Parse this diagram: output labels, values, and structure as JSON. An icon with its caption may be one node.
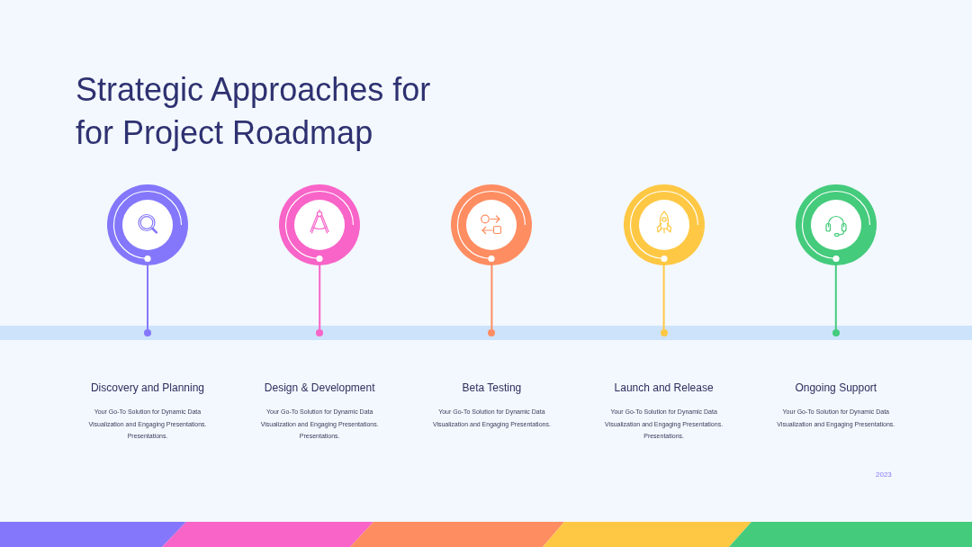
{
  "diagram": {
    "title": "Strategic Approaches for for Project Roadmap",
    "nodes": [
      {
        "text": [],
        "shape": "circle"
      },
      {
        "text": [],
        "shape": "circle"
      },
      {
        "text": [],
        "shape": "circle"
      },
      {
        "text": [],
        "shape": "circle"
      },
      {
        "text": [],
        "shape": "circle"
      },
      {
        "text": [],
        "shape": "circle",
        "beside": [
          "Discovery and Planning",
          "Your Go-To Solution for Dynamic Data Visualization and Engaging Presentations. Presentations."
        ]
      },
      {
        "text": [],
        "shape": "circle",
        "beside": [
          "Design & Development",
          "Your Go-To Solution for Dynamic Data Visualization and Engaging Presentations. Presentations."
        ]
      },
      {
        "text": [],
        "shape": "circle",
        "beside": [
          "Beta Testing",
          "Your Go-To Solution for Dynamic Data Visualization and Engaging Presentations."
        ]
      },
      {
        "text": [],
        "shape": "circle",
        "beside": [
          "Launch and Release",
          "Your Go-To Solution for Dynamic Data Visualization and Engaging Presentations. Presentations."
        ]
      },
      {
        "text": [],
        "shape": "circle",
        "beside": [
          "Ongoing Support",
          "Your Go-To Solution for Dynamic Data Visualization and Engaging Presentations."
        ]
      }
    ],
    "edges": [
      {
        "from": 0,
        "to": 5,
        "arrow": "none",
        "color": "#8477fb"
      },
      {
        "from": 1,
        "to": 6,
        "arrow": "none",
        "color": "#f864c8"
      },
      {
        "from": 2,
        "to": 7,
        "arrow": "none",
        "color": "#fe8d62"
      },
      {
        "from": 3,
        "to": 8,
        "arrow": "none",
        "color": "#fec844"
      },
      {
        "from": 4,
        "to": 9,
        "arrow": "none",
        "color": "#44cb7c"
      }
    ],
    "labels": [
      "2023"
    ]
  }
}
